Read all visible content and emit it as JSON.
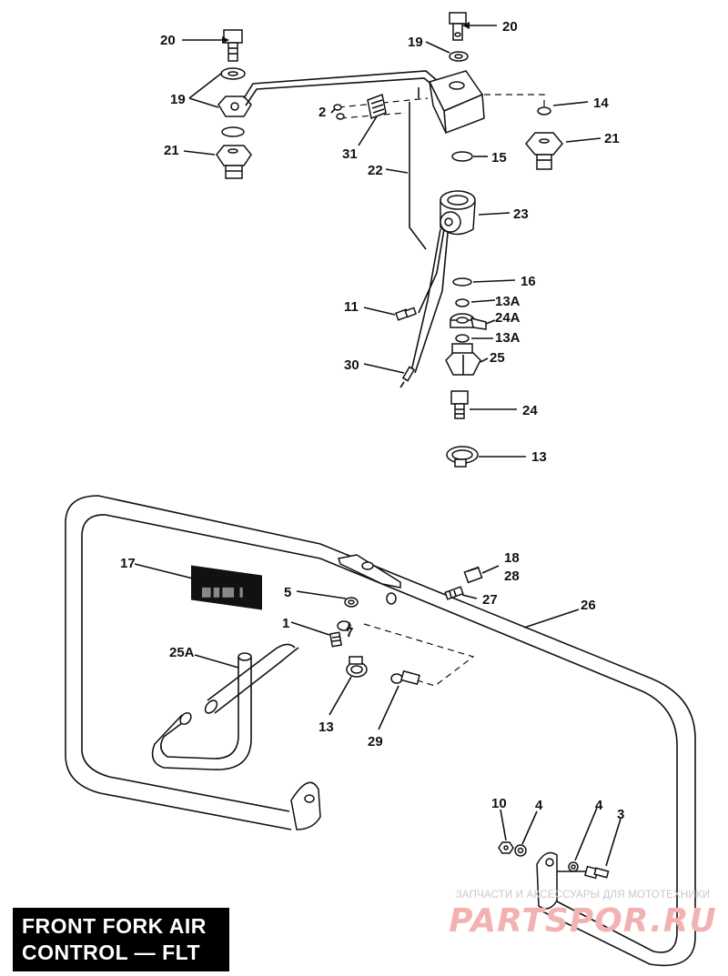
{
  "caption": {
    "line1": "FRONT FORK AIR",
    "line2": "CONTROL — FLT"
  },
  "watermark": {
    "top_text": "ЗАПЧАСТИ И АКСЕССУАРЫ ДЛЯ МОТОТЕХНИКИ",
    "brand": "PARTSPOR.RU",
    "color": "#f3b2b2"
  },
  "callouts": {
    "c20a": "20",
    "c20b": "20",
    "c19a": "19",
    "c19b": "19",
    "c2": "2",
    "c14": "14",
    "c21a": "21",
    "c21b": "21",
    "c31": "31",
    "c22": "22",
    "c15": "15",
    "c23": "23",
    "c16": "16",
    "c11": "11",
    "c13A1": "13A",
    "c24A": "24A",
    "c13A2": "13A",
    "c25": "25",
    "c30": "30",
    "c24": "24",
    "c13a": "13",
    "c18": "18",
    "c28": "28",
    "c17": "17",
    "c5": "5",
    "c27": "27",
    "c26": "26",
    "c1": "1",
    "c7": "7",
    "c25A": "25A",
    "c13b": "13",
    "c29": "29",
    "c10": "10",
    "c4a": "4",
    "c4b": "4",
    "c3": "3"
  }
}
